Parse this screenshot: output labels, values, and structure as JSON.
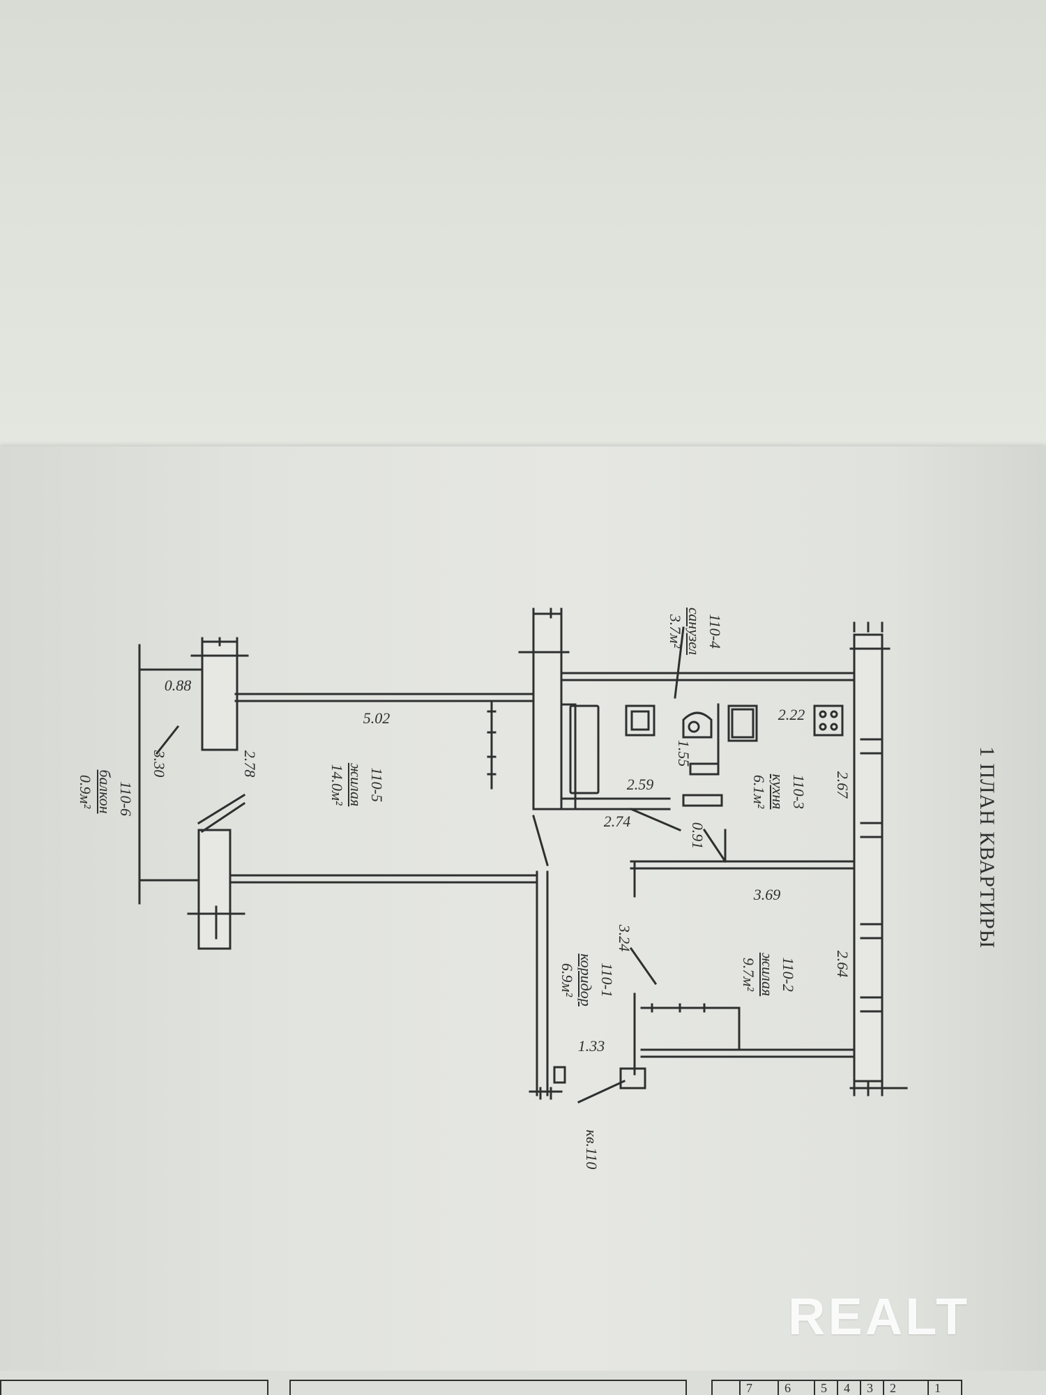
{
  "plan": {
    "title": "1   ПЛАН КВАРТИРЫ",
    "flat": "кв.110",
    "rooms": [
      {
        "id": "110-1",
        "name": "коридор",
        "area": "6.9м²"
      },
      {
        "id": "110-2",
        "name": "жилая",
        "area": "9.7м²"
      },
      {
        "id": "110-3",
        "name": "кухня",
        "area": "6.1м²"
      },
      {
        "id": "110-4",
        "name": "санузел",
        "area": "3.7м²"
      },
      {
        "id": "110-5",
        "name": "жилая",
        "area": "14.0м²"
      },
      {
        "id": "110-6",
        "name": "балкон",
        "area": "0.9м²"
      }
    ],
    "dimensions": [
      "5.02",
      "0.88",
      "3.30",
      "2.78",
      "2.59",
      "2.74",
      "0.91",
      "1.55",
      "2.22",
      "2.67",
      "3.69",
      "2.64",
      "3.24",
      "1.33"
    ]
  },
  "watermark": "REALT",
  "table_numbers": [
    "1",
    "2",
    "3",
    "4",
    "5",
    "6",
    "7"
  ]
}
